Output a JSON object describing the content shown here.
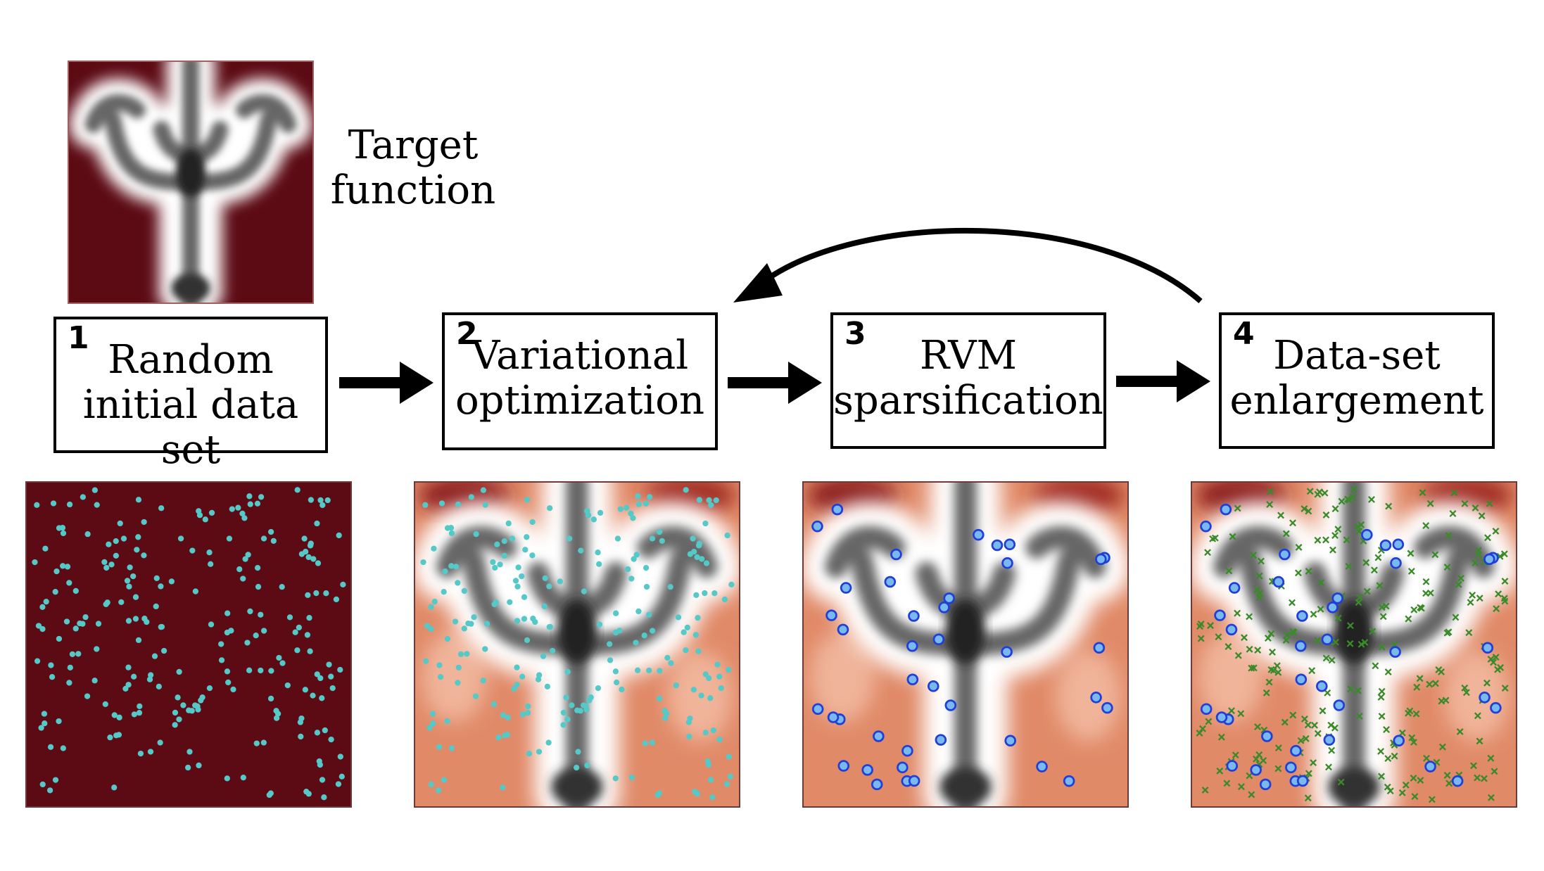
{
  "target": {
    "label_line1": "Target",
    "label_line2": "function"
  },
  "steps": [
    {
      "number": "1",
      "line1": "Random",
      "line2": "initial data set"
    },
    {
      "number": "2",
      "line1": "Variational",
      "line2": "optimization"
    },
    {
      "number": "3",
      "line1": "RVM",
      "line2": "sparsification"
    },
    {
      "number": "4",
      "line1": "Data-set",
      "line2": "enlargement"
    }
  ],
  "colors": {
    "background_dark": "#5c0a14",
    "heatmap_low": "#e08a68",
    "heatmap_mid": "#ffffff",
    "heatmap_high": "#1a1a1a",
    "random_points": "#55c8c8",
    "rvm_points_fill": "#7ab8f0",
    "rvm_points_edge": "#1f3fd6",
    "new_points": "#3a8a2a",
    "arrow": "#000000"
  },
  "icons": {
    "flow_arrow": "right-arrow-icon",
    "loop_arrow": "curved-loop-arrow-icon"
  }
}
